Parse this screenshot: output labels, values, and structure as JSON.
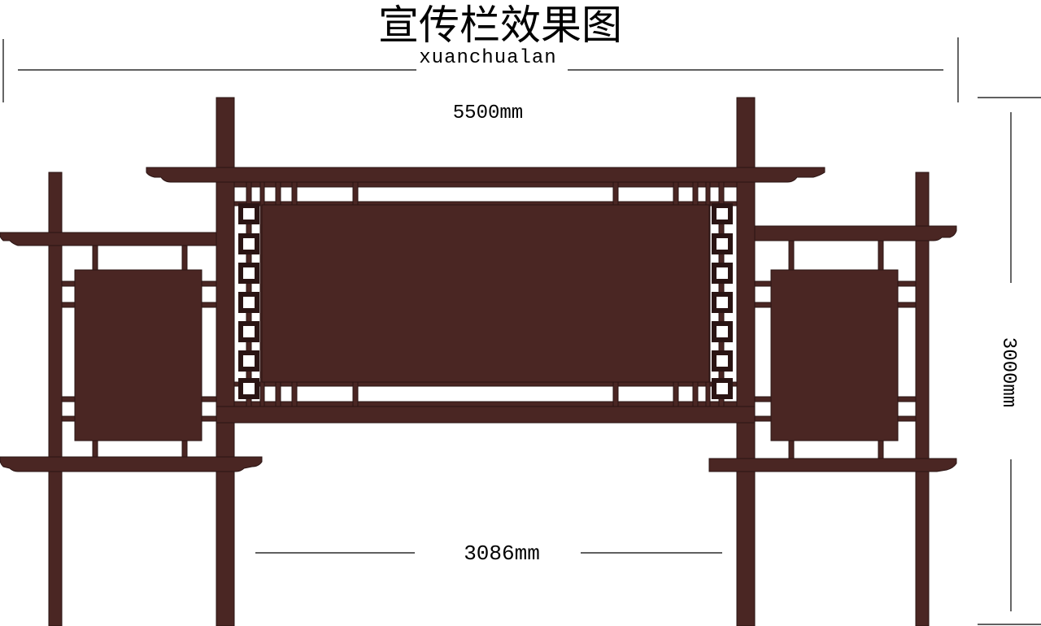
{
  "title": "宣传栏效果图",
  "subtitle": "xuanchualan",
  "dimensions": {
    "total_width": "5500mm",
    "inner_width": "3086mm",
    "height": "3000mm"
  },
  "colors": {
    "structure": "#4a2623",
    "outline": "#2a1413",
    "background": "#ffffff",
    "dimension_line": "#000000"
  }
}
